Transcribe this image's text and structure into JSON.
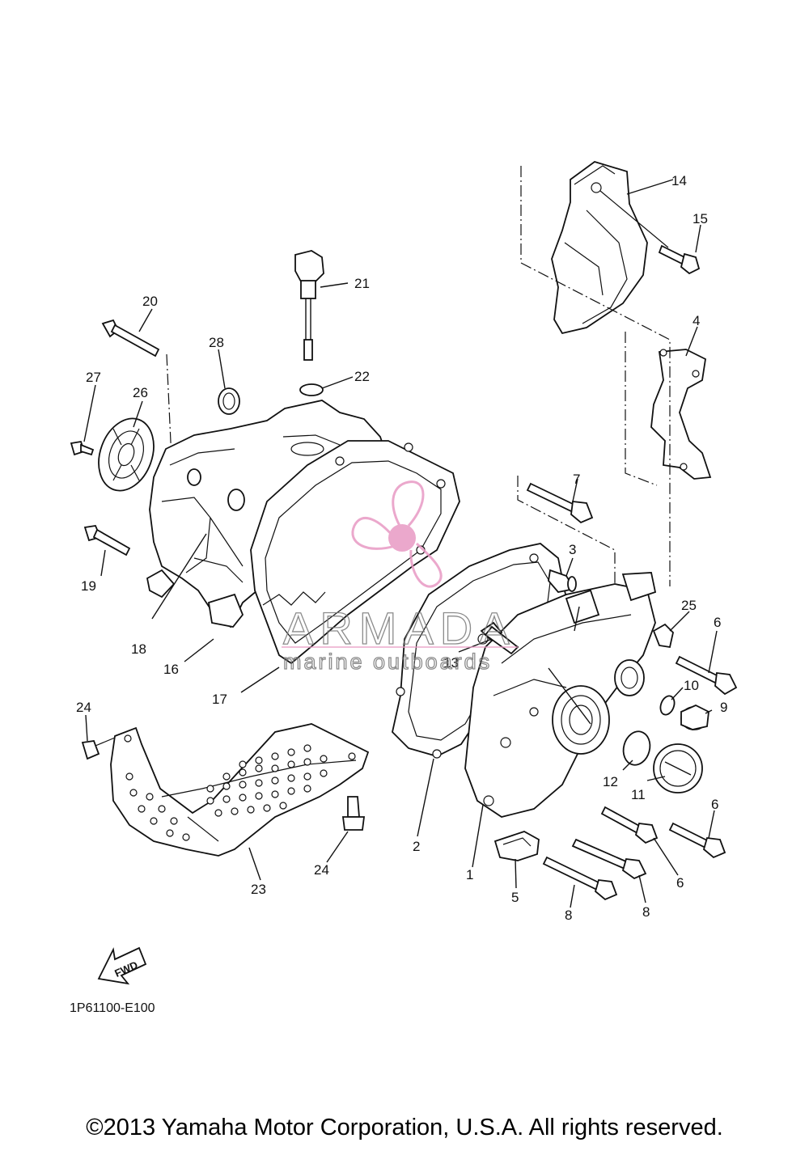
{
  "diagram": {
    "callouts": [
      {
        "id": "c1",
        "text": "1"
      },
      {
        "id": "c2",
        "text": "2"
      },
      {
        "id": "c3",
        "text": "3"
      },
      {
        "id": "c4",
        "text": "4"
      },
      {
        "id": "c5",
        "text": "5"
      },
      {
        "id": "c6a",
        "text": "6"
      },
      {
        "id": "c6b",
        "text": "6"
      },
      {
        "id": "c6c",
        "text": "6"
      },
      {
        "id": "c7",
        "text": "7"
      },
      {
        "id": "c8a",
        "text": "8"
      },
      {
        "id": "c8b",
        "text": "8"
      },
      {
        "id": "c9",
        "text": "9"
      },
      {
        "id": "c10",
        "text": "10"
      },
      {
        "id": "c11",
        "text": "11"
      },
      {
        "id": "c12",
        "text": "12"
      },
      {
        "id": "c13",
        "text": "13"
      },
      {
        "id": "c14",
        "text": "14"
      },
      {
        "id": "c15",
        "text": "15"
      },
      {
        "id": "c16",
        "text": "16"
      },
      {
        "id": "c17",
        "text": "17"
      },
      {
        "id": "c18",
        "text": "18"
      },
      {
        "id": "c19",
        "text": "19"
      },
      {
        "id": "c20",
        "text": "20"
      },
      {
        "id": "c21",
        "text": "21"
      },
      {
        "id": "c22",
        "text": "22"
      },
      {
        "id": "c23",
        "text": "23"
      },
      {
        "id": "c24a",
        "text": "24"
      },
      {
        "id": "c24b",
        "text": "24"
      },
      {
        "id": "c25",
        "text": "25"
      },
      {
        "id": "c26",
        "text": "26"
      },
      {
        "id": "c27",
        "text": "27"
      },
      {
        "id": "c28",
        "text": "28"
      }
    ],
    "fwd_label": "FWD",
    "code": "1P61100-E100"
  },
  "watermark": {
    "brand": "ARMADA",
    "tagline": "marine outboards",
    "logo_color": "#e899c4",
    "logo_icon": "propeller-icon"
  },
  "footer": {
    "copyright": "©2013 Yamaha Motor Corporation, U.S.A. All rights reserved."
  }
}
